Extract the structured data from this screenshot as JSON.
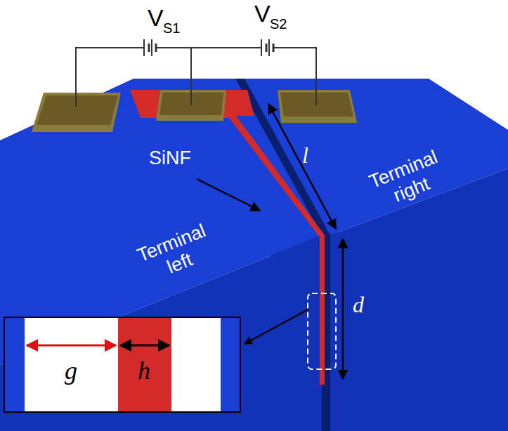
{
  "diagram": {
    "labels": [
      "V",
      "S1",
      "V",
      "S2",
      "SiNF",
      "l",
      "Terminal left",
      "Terminal right",
      "d",
      "g",
      "h"
    ]
  }
}
